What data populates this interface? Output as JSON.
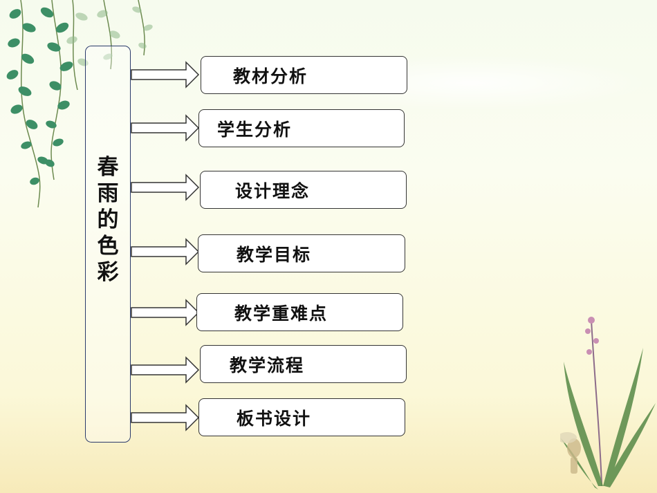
{
  "main": {
    "title_chars": [
      "春",
      "雨",
      "的",
      "色",
      "彩"
    ]
  },
  "items": [
    {
      "label": "教材分析"
    },
    {
      "label": "学生分析"
    },
    {
      "label": "设计理念"
    },
    {
      "label": "教学目标"
    },
    {
      "label": "教学重难点"
    },
    {
      "label": "教学流程"
    },
    {
      "label": "板书设计"
    }
  ],
  "decor": {
    "vine": "green-leaf-vine",
    "plant": "orchid-plant-with-figure"
  },
  "colors": {
    "box_border": "#333333",
    "main_border": "#2a3a6b",
    "leaf_green": "#3d8f66"
  }
}
